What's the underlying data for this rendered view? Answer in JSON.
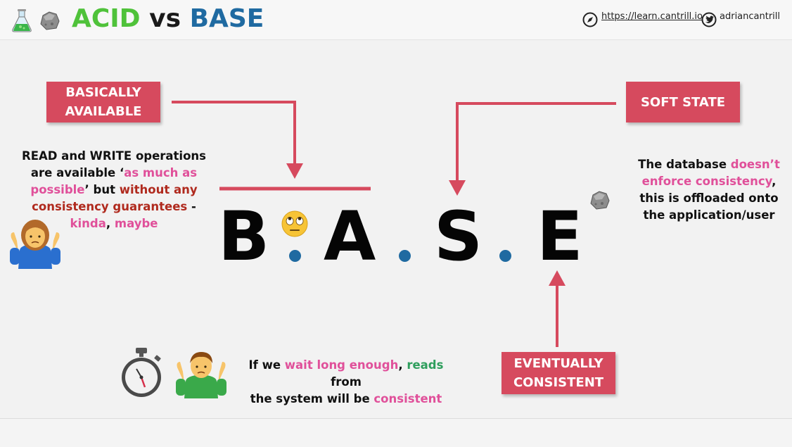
{
  "header": {
    "title_acid": "ACID",
    "title_vs": "vs",
    "title_base": "BASE",
    "link_url": "https://learn.cantrill.io",
    "link_handle": "adriancantrill"
  },
  "boxes": {
    "basically_available": "BASICALLY\nAVAILABLE",
    "soft_state": "SOFT STATE",
    "eventually_consistent": "EVENTUALLY\nCONSISTENT"
  },
  "left_desc": {
    "p1": "READ and WRITE operations",
    "p2": "are available ‘",
    "p3": "as much as",
    "p4": "possible",
    "p5": "’ but ",
    "p6": "without any",
    "p7": "consistency guarantees",
    "p8": " -",
    "p9": "kinda",
    "p10": ", ",
    "p11": "maybe"
  },
  "right_desc": {
    "p1": "The database ",
    "p2": "doesn’t",
    "p3": "enforce consistency",
    "p4": ",",
    "p5": "this is offloaded onto",
    "p6": "the application/user"
  },
  "bottom_desc": {
    "p1": "If we ",
    "p2": "wait long enough",
    "p3": ", ",
    "p4": "reads",
    "p5": " from",
    "p6": "the system will be ",
    "p7": "consistent"
  },
  "acronym": {
    "b": "B",
    "a": "A",
    "s": "S",
    "e": "E"
  },
  "icons": [
    "flask-icon",
    "rock-icon",
    "compass-icon",
    "twitter-icon",
    "shrug-woman-icon",
    "eyeroll-face-icon",
    "stopwatch-icon",
    "shrug-man-icon"
  ],
  "colors": {
    "box_red": "#d64a5e",
    "arrow_red": "#d64a5e",
    "pink": "#e0509a",
    "dark_red": "#b02a1e",
    "green": "#2e9e5c",
    "blue": "#1f6aa1",
    "acid_green": "#4fc23a"
  }
}
